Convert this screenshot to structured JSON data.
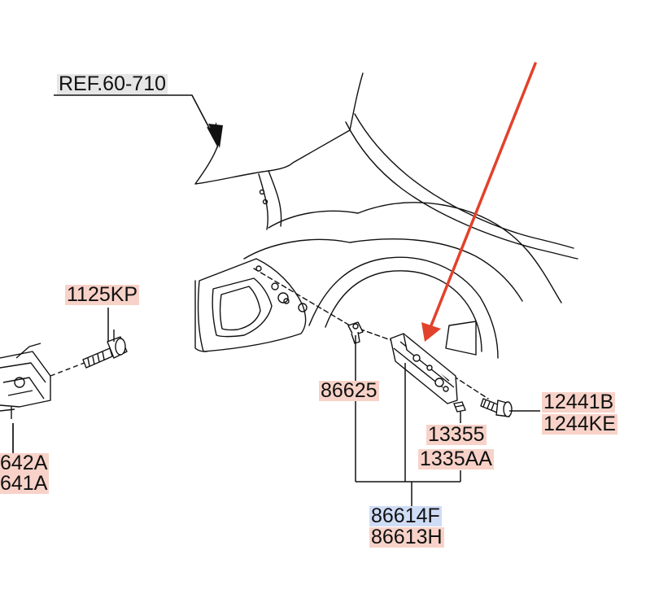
{
  "colors": {
    "line": "#111111",
    "arrow": "#e2412b",
    "highlight_pink": "#f8d2c8",
    "highlight_blue": "#cfdcf6",
    "highlight_grey": "#e6e6e6"
  },
  "labels": {
    "ref": "REF.60-710",
    "bolt_left": "1125KP",
    "bracket_left_a": "642A",
    "bracket_left_b": "641A",
    "clip": "86625",
    "nut_a": "13355",
    "nut_b": "1335AA",
    "screw_a": "12441B",
    "screw_b": "1244KE",
    "assembly_a": "86614F",
    "assembly_b": "86613H"
  },
  "icons": [
    "red-pointer-arrow",
    "leader-arrow"
  ]
}
